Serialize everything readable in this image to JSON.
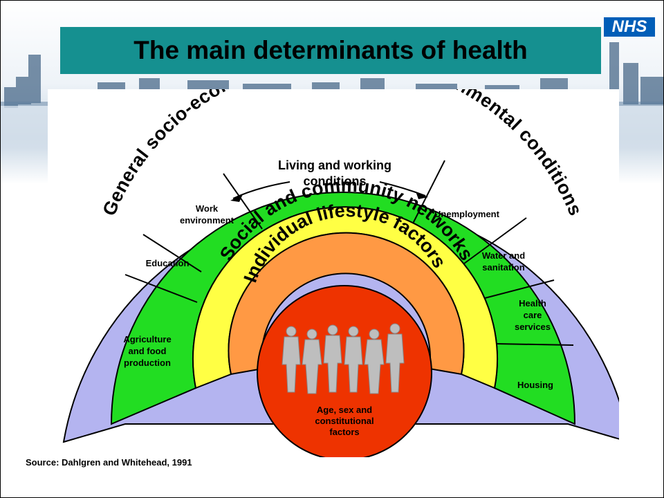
{
  "title": "The main determinants of health",
  "logo_text": "NHS",
  "outer_ring": "General socio-economic, cultural and environmental conditions",
  "social_ring": "Social and community networks",
  "lifestyle_ring": "Individual lifestyle factors",
  "living_header_line1": "Living and working",
  "living_header_line2": "conditions",
  "core_line1": "Age, sex and",
  "core_line2": "constitutional",
  "core_line3": "factors",
  "segments": {
    "agriculture": [
      "Agriculture",
      "and food",
      "production"
    ],
    "education": [
      "Education"
    ],
    "work": [
      "Work",
      "environment"
    ],
    "unemployment": [
      "Unemployment"
    ],
    "water": [
      "Water and",
      "sanitation"
    ],
    "health": [
      "Health",
      "care",
      "services"
    ],
    "housing": [
      "Housing"
    ]
  },
  "source": "Source: Dahlgren and Whitehead, 1991",
  "colors": {
    "title_bg": "#159090",
    "nhs_blue": "#005EB8",
    "outer": "#B4B4F0",
    "green": "#22DD22",
    "yellow": "#FFFF44",
    "orange": "#FF9944",
    "core": "#EE3300",
    "figures": "#BEBEBE"
  }
}
